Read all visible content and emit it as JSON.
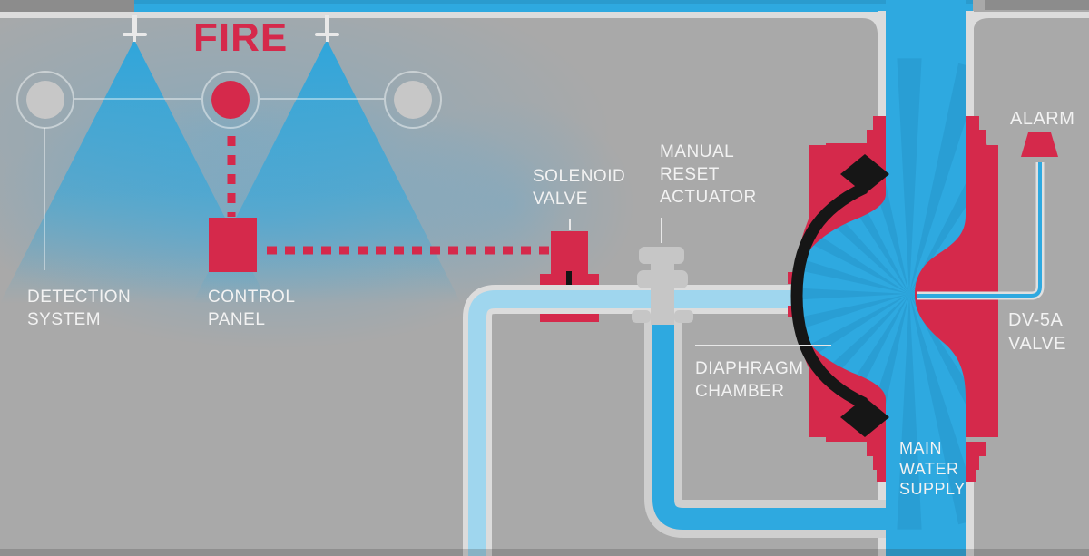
{
  "diagram": {
    "type": "fire-sprinkler-deluge-system-animation-frame",
    "labels": {
      "fire": "FIRE",
      "detection_system": "DETECTION\nSYSTEM",
      "control_panel": "CONTROL\nPANEL",
      "solenoid_valve": "SOLENOID\nVALVE",
      "manual_reset_actuator": "MANUAL\nRESET\nACTUATOR",
      "diaphragm_chamber": "DIAPHRAGM\nCHAMBER",
      "alarm": "ALARM",
      "dv5a_valve": "DV-5A\nVALVE",
      "main_water_supply": "MAIN\nWATER\nSUPPLY"
    },
    "colors": {
      "background": "#a9a9a9",
      "red": "#d5294b",
      "water_blue": "#2ea9e0",
      "pale_water_blue": "#9fd6ee",
      "casing_white": "#dcdcdc",
      "label_white": "#f2f2f2",
      "diaphragm_black": "#161616",
      "detector_gray": "#c7c7c7",
      "ceiling_dark_gray": "#8c8c8c",
      "actuator_gray": "#c6c6c6"
    }
  }
}
